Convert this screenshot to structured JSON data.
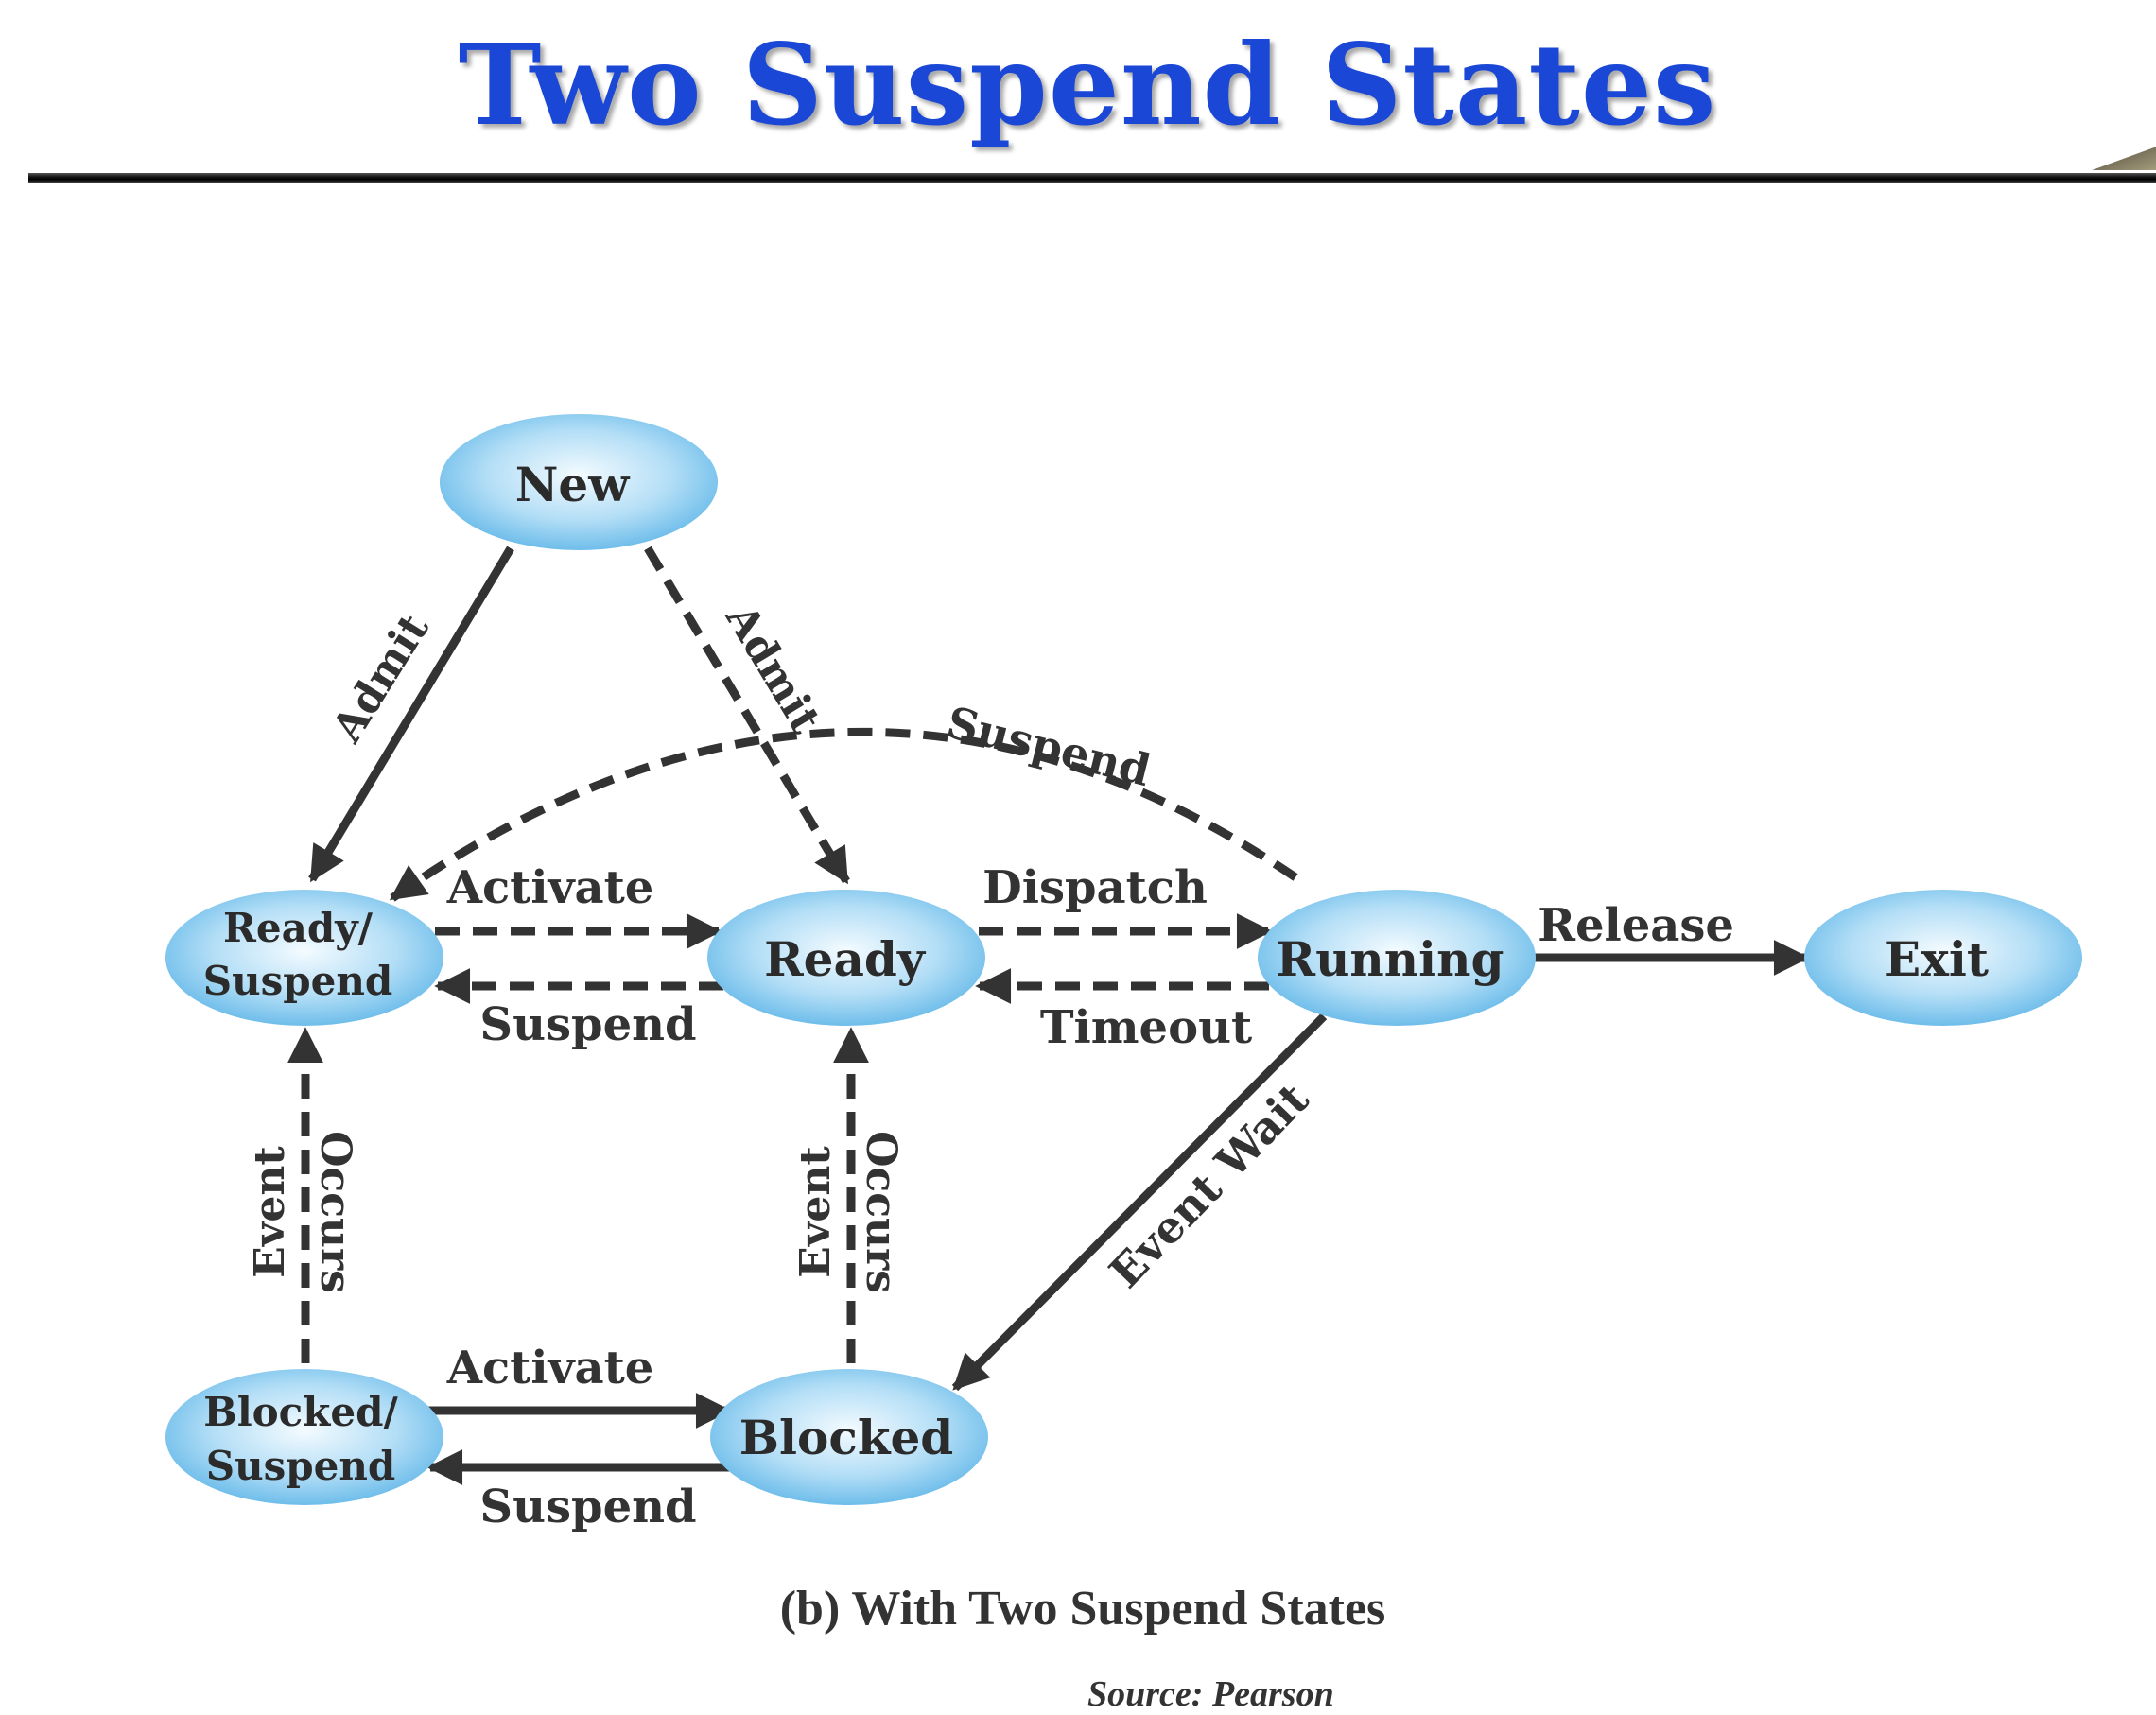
{
  "title": "Two Suspend States",
  "caption": "(b) With Two Suspend States",
  "source": "Source: Pearson",
  "colors": {
    "title": "#1a47d6",
    "node_fill": "#5fb6e8",
    "edge": "#333333"
  },
  "nodes": {
    "new": {
      "label": "New"
    },
    "ready_suspend": {
      "line1": "Ready/",
      "line2": "Suspend"
    },
    "ready": {
      "label": "Ready"
    },
    "running": {
      "label": "Running"
    },
    "exit": {
      "label": "Exit"
    },
    "blocked_suspend": {
      "line1": "Blocked/",
      "line2": "Suspend"
    },
    "blocked": {
      "label": "Blocked"
    }
  },
  "edges": {
    "admit_to_ready_suspend": {
      "label": "Admit",
      "style": "solid"
    },
    "admit_to_ready": {
      "label": "Admit",
      "style": "dashed"
    },
    "suspend_running_to_ready_suspend": {
      "label": "Suspend",
      "style": "dashed"
    },
    "activate_ready_suspend_to_ready": {
      "label": "Activate",
      "style": "dashed"
    },
    "suspend_ready_to_ready_suspend": {
      "label": "Suspend",
      "style": "dashed"
    },
    "dispatch": {
      "label": "Dispatch",
      "style": "dashed"
    },
    "timeout": {
      "label": "Timeout",
      "style": "dashed"
    },
    "release": {
      "label": "Release",
      "style": "solid"
    },
    "event_wait": {
      "label": "Event Wait",
      "style": "solid"
    },
    "event_occurs_left": {
      "line1": "Event",
      "line2": "Occurs",
      "style": "dashed"
    },
    "event_occurs_right": {
      "line1": "Event",
      "line2": "Occurs",
      "style": "dashed"
    },
    "activate_blocked_suspend_to_blocked": {
      "label": "Activate",
      "style": "solid"
    },
    "suspend_blocked_to_blocked_suspend": {
      "label": "Suspend",
      "style": "solid"
    }
  }
}
